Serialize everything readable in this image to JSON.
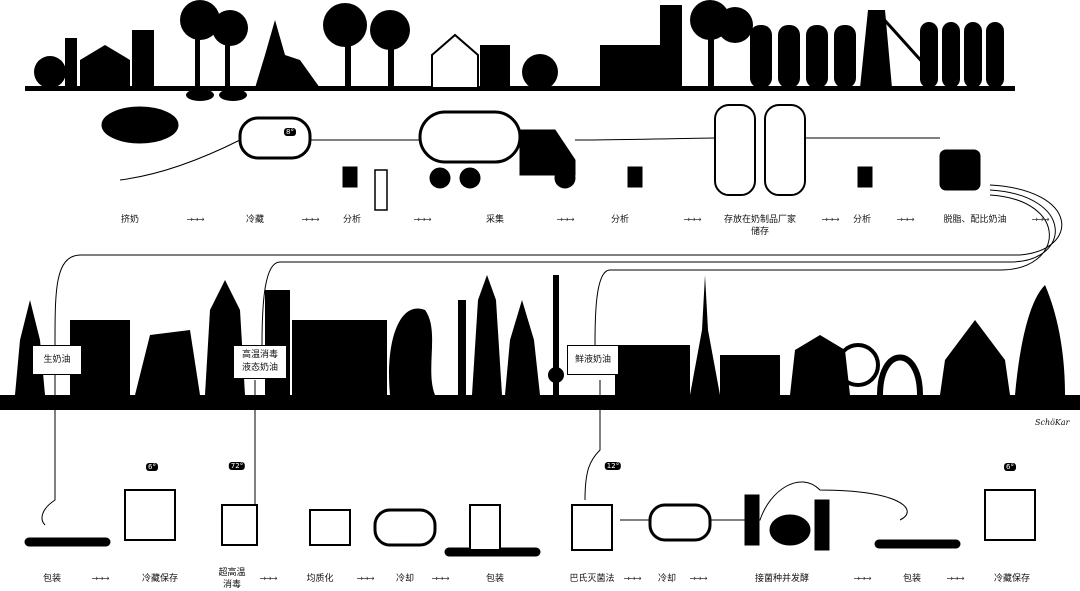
{
  "top_row": {
    "steps": [
      "挤奶",
      "冷藏",
      "分析",
      "采集",
      "分析",
      "存放在奶制品厂家",
      "储存",
      "分析",
      "脱脂、配比奶油"
    ],
    "arrow": "→→→",
    "tank_temp": "8°"
  },
  "middle_row": {
    "products": [
      "生奶油",
      "高温消毒",
      "液态奶油",
      "鲜液奶油"
    ]
  },
  "bottom_row": {
    "steps": [
      "包装",
      "冷藏保存",
      "超高温",
      "消毒",
      "均质化",
      "冷却",
      "包装",
      "巴氏灭菌法",
      "冷却",
      "接菌种并发酵",
      "包装",
      "冷藏保存"
    ],
    "temps": [
      "6°",
      "72°",
      "12°",
      "6°"
    ]
  },
  "signature": "SchöKar"
}
